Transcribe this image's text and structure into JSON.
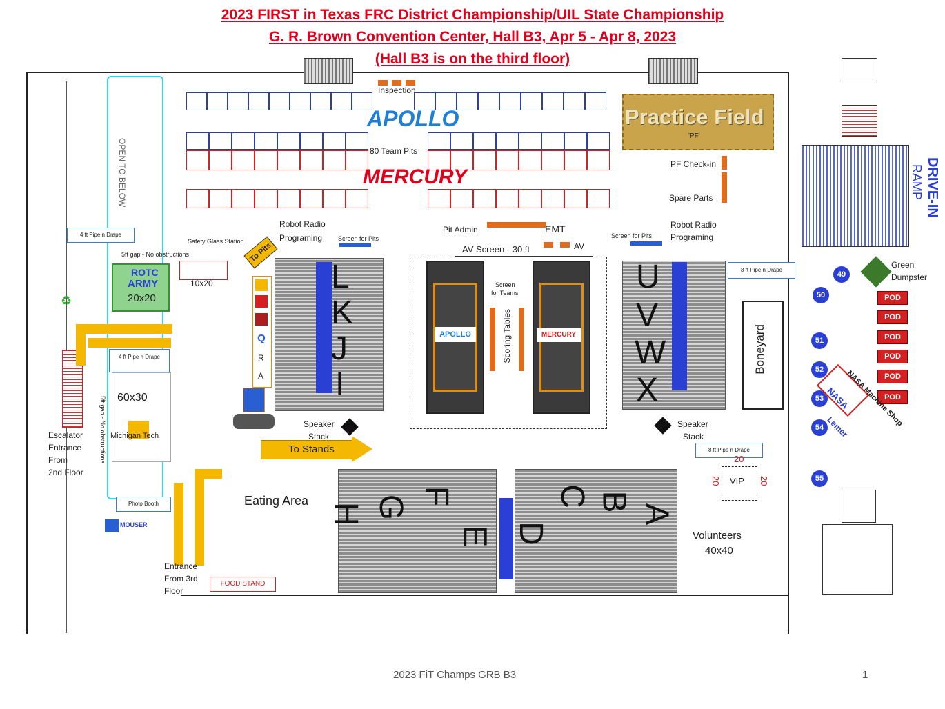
{
  "header": {
    "line1": "2023 FIRST in Texas FRC District Championship/UIL State Championship",
    "line2": "G. R. Brown Convention Center, Hall B3, Apr 5 - Apr 8, 2023",
    "line3": "(Hall B3 is on the third floor)"
  },
  "labels": {
    "inspection": "Inspection",
    "apollo": "APOLLO",
    "mercury": "MERCURY",
    "team_pits": "80 Team Pits",
    "practice_field": "Practice Field",
    "pf": "'PF'",
    "pf_checkin": "PF Check-in",
    "spare_parts": "Spare Parts",
    "drive_in": "DRIVE-IN",
    "ramp": "RAMP",
    "open_to_below": "OPEN TO BELOW",
    "pipe_drape_1": "4 ft Pipe n Drape",
    "pipe_drape_2": "4 ft Pipe n Drape",
    "pipe_drape_3": "8 ft Pipe n Drape",
    "pipe_drape_4": "8 ft Pipe n Drape",
    "safety_glass": "Safety Glass Station",
    "gap_no_obstructions": "5ft gap - No obstructions",
    "gap_no_obstructions_2": "5ft gap - No obstructions",
    "robot_radio_left": "Robot Radio",
    "programing_left": "Programing",
    "robot_radio_right": "Robot Radio",
    "programing_right": "Programing",
    "screen_pits_left": "Screen for Pits",
    "screen_pits_right": "Screen for Pits",
    "pit_admin": "Pit Admin",
    "emt": "EMT",
    "av_screen": "AV Screen - 30 ft",
    "av": "AV",
    "to_pits": "To Pits",
    "rotc": "ROTC",
    "army": "ARMY",
    "rotc_size": "20x20",
    "sponsor_10x20": "10x20",
    "screen_for_teams": "Screen",
    "screen_for_teams_2": "for Teams",
    "scoring_tables": "Scoring Tables",
    "apollo_field": "APOLLO",
    "mercury_field": "MERCURY",
    "green_dumpster": "Green",
    "green_dumpster_2": "Dumpster",
    "boneyard": "Boneyard",
    "nasa_shop": "NASA Machine Shop",
    "nasa": "NASA",
    "lemer": "Lemer",
    "booth_60x30": "60x30",
    "michigan_tech": "Michigan Tech",
    "escalator": "Escalator",
    "entrance": "Entrance",
    "from": "From",
    "floor2": "2nd Floor",
    "speaker_stack_l": "Speaker",
    "stack_l": "Stack",
    "speaker_stack_r": "Speaker",
    "stack_r": "Stack",
    "to_stands": "To Stands",
    "eating_area": "Eating Area",
    "photo_booth": "Photo Booth",
    "mouser": "MOUSER",
    "entrance3": "Entrance",
    "from3": "From 3rd",
    "floor3": "Floor",
    "food_stand": "FOOD STAND",
    "vip": "VIP",
    "vip_20a": "20",
    "vip_20b": "20",
    "vip_20c": "20",
    "volunteers": "Volunteers",
    "volunteers_size": "40x40",
    "footer_center": "2023 FiT Champs GRB B3",
    "footer_page": "1"
  },
  "sections_left": [
    "L",
    "K",
    "J",
    "I"
  ],
  "sections_right": [
    "U",
    "V",
    "W",
    "X"
  ],
  "sections_bottom_left": [
    "H",
    "G",
    "F",
    "E"
  ],
  "sections_bottom_right": [
    "D",
    "C",
    "B",
    "A"
  ],
  "side_booths": [
    "R",
    "A"
  ],
  "pods": [
    "POD",
    "POD",
    "POD",
    "POD",
    "POD",
    "POD"
  ],
  "door_numbers": [
    "49",
    "50",
    "51",
    "52",
    "53",
    "54",
    "55"
  ],
  "colors": {
    "title_red": "#e0001b",
    "apollo_blue": "#1f7fd4",
    "mercury_red": "#e0001b",
    "practice_gold": "#c9a44a",
    "arrow_gold": "#f5b800",
    "pod_red": "#d42020",
    "door_blue": "#2a3fd4"
  }
}
